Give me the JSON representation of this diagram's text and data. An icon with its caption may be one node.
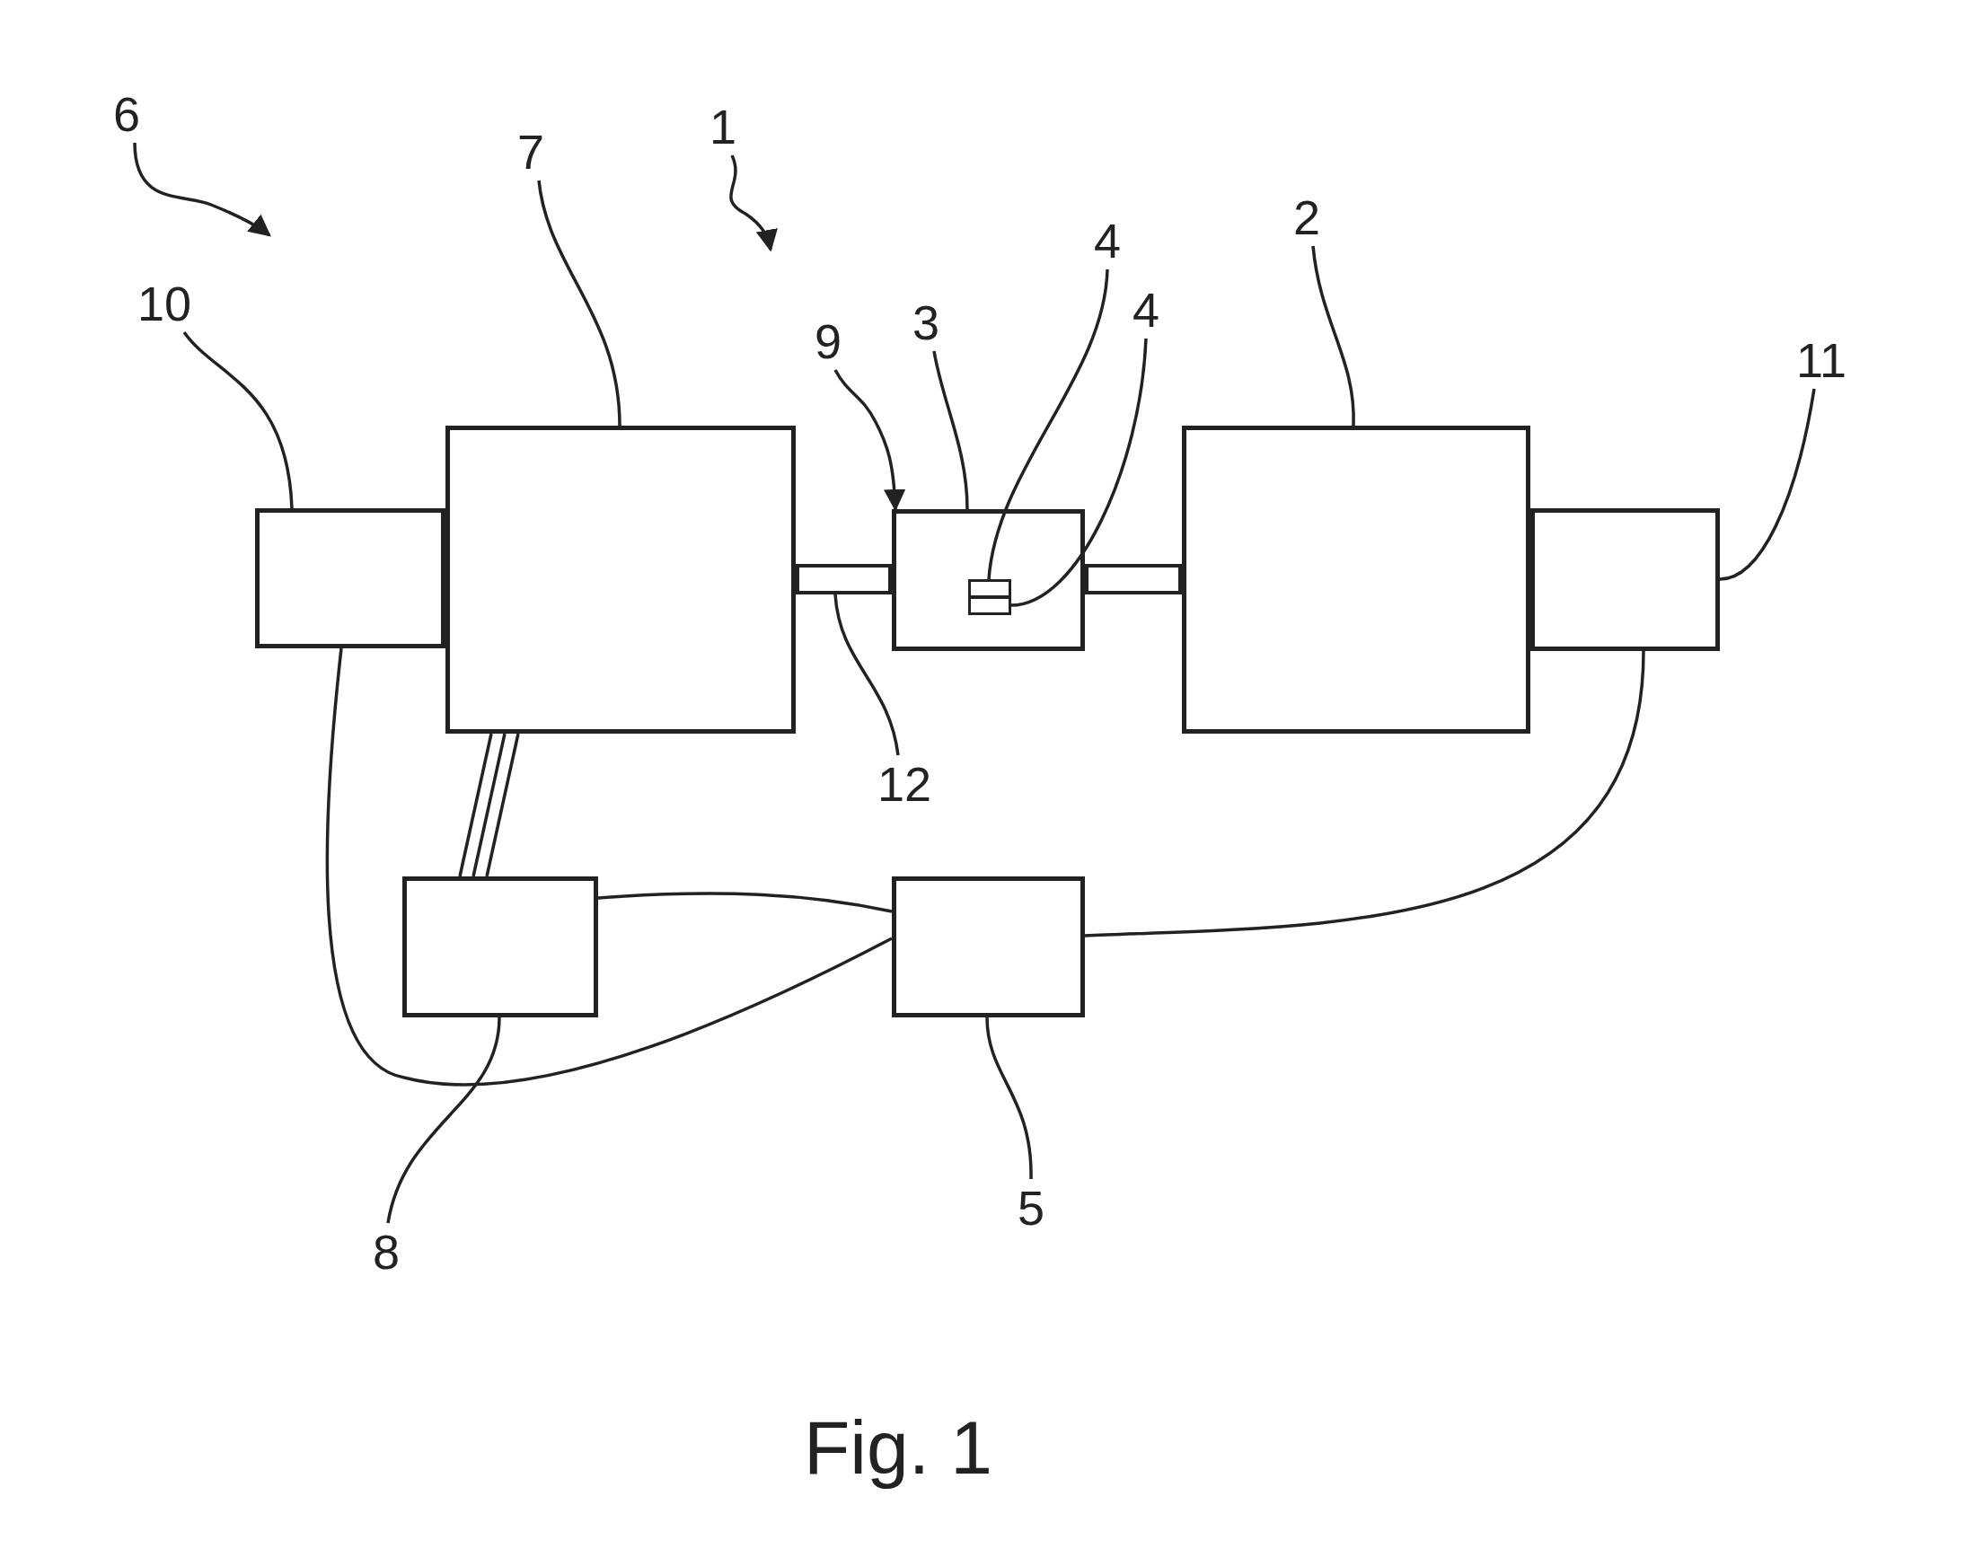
{
  "diagram": {
    "caption": "Fig. 1",
    "nodes": [
      {
        "text": [
          "6"
        ]
      },
      {
        "text": [
          "1"
        ]
      },
      {
        "text": [
          "7"
        ]
      },
      {
        "text": [
          "2"
        ]
      },
      {
        "text": [
          "4"
        ]
      },
      {
        "text": [
          "10"
        ]
      },
      {
        "text": [
          "4"
        ]
      },
      {
        "text": [
          "3"
        ]
      },
      {
        "text": [
          "9"
        ]
      },
      {
        "text": [
          "11"
        ]
      },
      {
        "text": [
          "12"
        ]
      },
      {
        "text": [
          "5"
        ]
      },
      {
        "text": [
          "8"
        ]
      },
      {
        "text": [],
        "shape": "box"
      },
      {
        "text": [],
        "shape": "box"
      },
      {
        "text": [],
        "shape": "bar"
      },
      {
        "text": [],
        "shape": "box"
      },
      {
        "text": [],
        "shape": "box",
        "in": 16
      },
      {
        "text": [],
        "shape": "box",
        "in": 16
      },
      {
        "text": [],
        "shape": "bar"
      },
      {
        "text": [],
        "shape": "box"
      },
      {
        "text": [],
        "shape": "box"
      },
      {
        "text": [],
        "shape": "box"
      },
      {
        "text": [],
        "shape": "box"
      }
    ],
    "edges": [
      {
        "from": 0,
        "to": null,
        "arrow": "to"
      },
      {
        "from": 1,
        "to": null,
        "arrow": "to"
      },
      {
        "from": 8,
        "to": 16,
        "arrow": "to"
      },
      {
        "from": 5,
        "to": 13,
        "arrow": "none"
      },
      {
        "from": 2,
        "to": 14,
        "arrow": "none"
      },
      {
        "from": 7,
        "to": 16,
        "arrow": "none"
      },
      {
        "from": 4,
        "to": 17,
        "arrow": "none"
      },
      {
        "from": 6,
        "to": 18,
        "arrow": "none"
      },
      {
        "from": 3,
        "to": 20,
        "arrow": "none"
      },
      {
        "from": 9,
        "to": 21,
        "arrow": "none"
      },
      {
        "from": 10,
        "to": 15,
        "arrow": "none"
      },
      {
        "from": 12,
        "to": 22,
        "arrow": "none"
      },
      {
        "from": 11,
        "to": 23,
        "arrow": "none"
      },
      {
        "from": 14,
        "to": 22,
        "arrow": "none"
      },
      {
        "from": 14,
        "to": 22,
        "arrow": "none"
      },
      {
        "from": 14,
        "to": 22,
        "arrow": "none"
      },
      {
        "from": 22,
        "to": 23,
        "arrow": "none"
      },
      {
        "from": 13,
        "to": 23,
        "arrow": "none"
      },
      {
        "from": 23,
        "to": 21,
        "arrow": "none"
      }
    ]
  }
}
